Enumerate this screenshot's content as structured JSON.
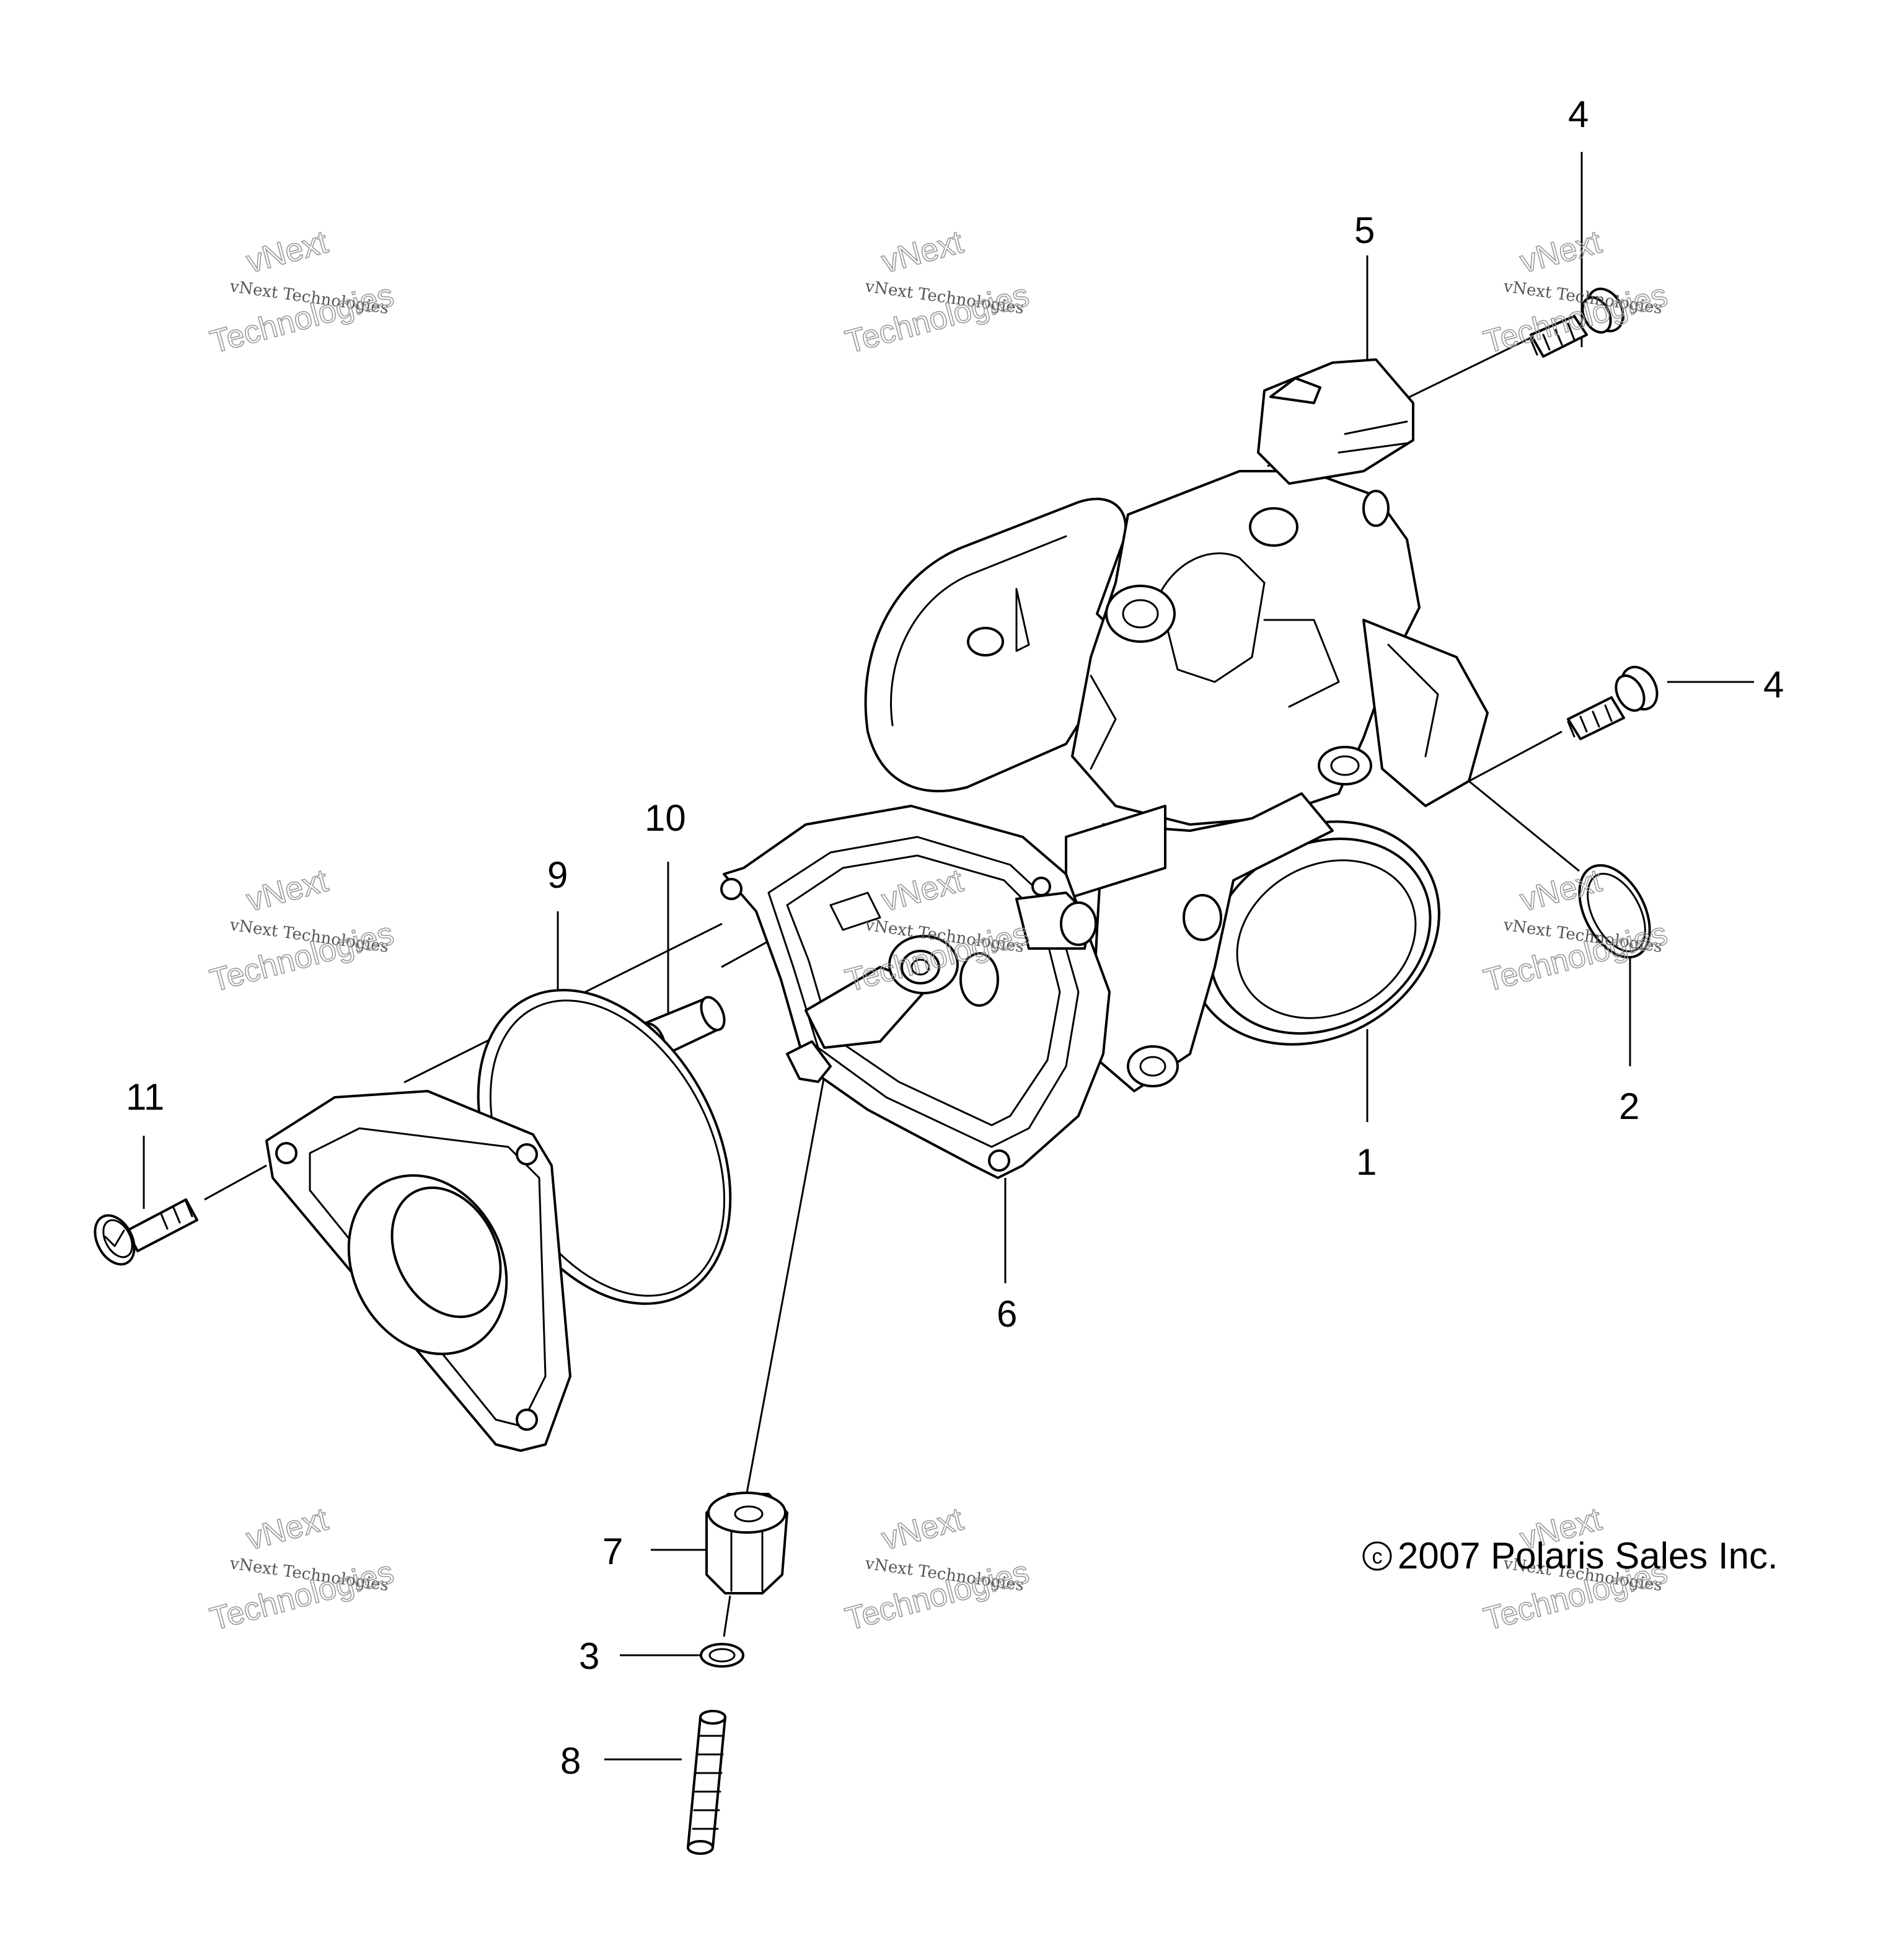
{
  "callouts": [
    {
      "id": "c4a",
      "text": "4"
    },
    {
      "id": "c5",
      "text": "5"
    },
    {
      "id": "c4b",
      "text": "4"
    },
    {
      "id": "c10",
      "text": "10"
    },
    {
      "id": "c9",
      "text": "9"
    },
    {
      "id": "c2",
      "text": "2"
    },
    {
      "id": "c1",
      "text": "1"
    },
    {
      "id": "c11",
      "text": "11"
    },
    {
      "id": "c6",
      "text": "6"
    },
    {
      "id": "c7",
      "text": "7"
    },
    {
      "id": "c3",
      "text": "3"
    },
    {
      "id": "c8",
      "text": "8"
    }
  ],
  "copyright": "2007 Polaris Sales Inc.",
  "copyright_symbol": "c",
  "watermark": {
    "line1": "vNext Technologies",
    "line2": "vNext",
    "line3": "Technologies"
  }
}
